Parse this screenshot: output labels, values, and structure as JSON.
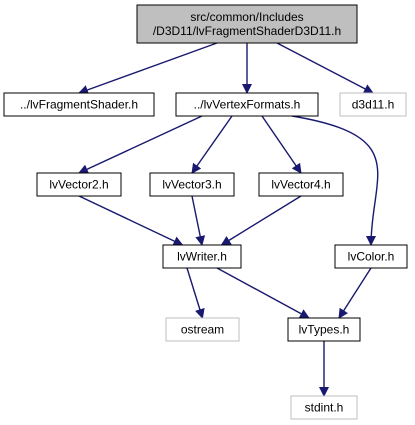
{
  "graph": {
    "nodes": [
      {
        "id": "root",
        "lines": [
          "src/common/Includes",
          "/D3D11/lvFragmentShaderD3D11.h"
        ],
        "style": "root"
      },
      {
        "id": "fragshader",
        "lines": [
          "../lvFragmentShader.h"
        ],
        "style": "normal"
      },
      {
        "id": "vertexformats",
        "lines": [
          "../lvVertexFormats.h"
        ],
        "style": "normal"
      },
      {
        "id": "d3d11",
        "lines": [
          "d3d11.h"
        ],
        "style": "external"
      },
      {
        "id": "vector2",
        "lines": [
          "lvVector2.h"
        ],
        "style": "normal"
      },
      {
        "id": "vector3",
        "lines": [
          "lvVector3.h"
        ],
        "style": "normal"
      },
      {
        "id": "vector4",
        "lines": [
          "lvVector4.h"
        ],
        "style": "normal"
      },
      {
        "id": "writer",
        "lines": [
          "lvWriter.h"
        ],
        "style": "normal"
      },
      {
        "id": "color",
        "lines": [
          "lvColor.h"
        ],
        "style": "normal"
      },
      {
        "id": "ostream",
        "lines": [
          "ostream"
        ],
        "style": "external"
      },
      {
        "id": "types",
        "lines": [
          "lvTypes.h"
        ],
        "style": "normal"
      },
      {
        "id": "stdint",
        "lines": [
          "stdint.h"
        ],
        "style": "external"
      }
    ],
    "edges": [
      {
        "from": "root",
        "to": "fragshader"
      },
      {
        "from": "root",
        "to": "vertexformats"
      },
      {
        "from": "root",
        "to": "d3d11"
      },
      {
        "from": "vertexformats",
        "to": "vector2"
      },
      {
        "from": "vertexformats",
        "to": "vector3"
      },
      {
        "from": "vertexformats",
        "to": "vector4"
      },
      {
        "from": "vertexformats",
        "to": "color"
      },
      {
        "from": "vector2",
        "to": "writer"
      },
      {
        "from": "vector3",
        "to": "writer"
      },
      {
        "from": "vector4",
        "to": "writer"
      },
      {
        "from": "writer",
        "to": "ostream"
      },
      {
        "from": "writer",
        "to": "types"
      },
      {
        "from": "color",
        "to": "types"
      },
      {
        "from": "types",
        "to": "stdint"
      }
    ],
    "colors": {
      "edge": "#191970",
      "root_fill": "#bfbfbf",
      "node_border": "#000000",
      "external_border": "#bfbfbf",
      "node_fill": "#ffffff"
    }
  }
}
